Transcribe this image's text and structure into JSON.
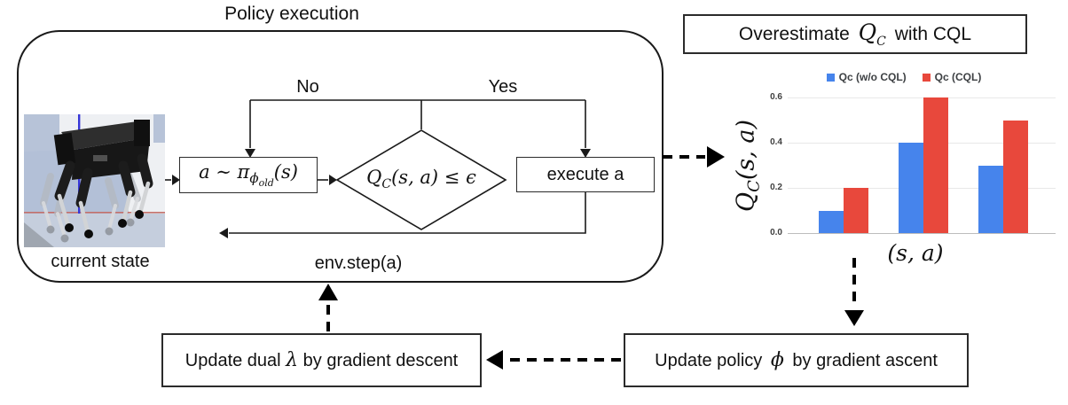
{
  "title": "Policy execution",
  "flowchart": {
    "no_label": "No",
    "yes_label": "Yes",
    "policy_sample": {
      "prefix": "a ∼ π",
      "phi_sub": "ϕ",
      "old_sub": "old",
      "suffix": "(s)"
    },
    "constraint": {
      "q": "Q",
      "q_sub": "C",
      "expr": "(s, a) ≤ ϵ"
    },
    "execute_label": "execute a",
    "env_step_label": "env.step(a)",
    "current_state_label": "current state"
  },
  "overestimate_banner": {
    "prefix": "Overestimate ",
    "q": "Q",
    "q_sub": "C",
    "suffix": " with CQL"
  },
  "chart_data": {
    "type": "bar",
    "legend_position": "top",
    "grid": true,
    "yticks": [
      "0.0",
      "0.2",
      "0.4",
      "0.6"
    ],
    "ylim": [
      0,
      0.6
    ],
    "xlabel": "(s, a)",
    "ylabel": {
      "q": "Q",
      "q_sub": "C",
      "suffix": "(s, a)"
    },
    "groups": 3,
    "series": [
      {
        "name": "Qc (w/o CQL)",
        "color": "#4684EC",
        "values": [
          0.1,
          0.4,
          0.3
        ]
      },
      {
        "name": "Qc (CQL)",
        "color": "#E8483C",
        "values": [
          0.2,
          0.6,
          0.5
        ]
      }
    ]
  },
  "update_loop": {
    "dual_box": {
      "prefix": "Update dual ",
      "symbol": "λ",
      "suffix": " by gradient descent"
    },
    "policy_box": {
      "prefix": "Update policy ",
      "symbol": "ϕ",
      "suffix": " by gradient ascent"
    }
  }
}
